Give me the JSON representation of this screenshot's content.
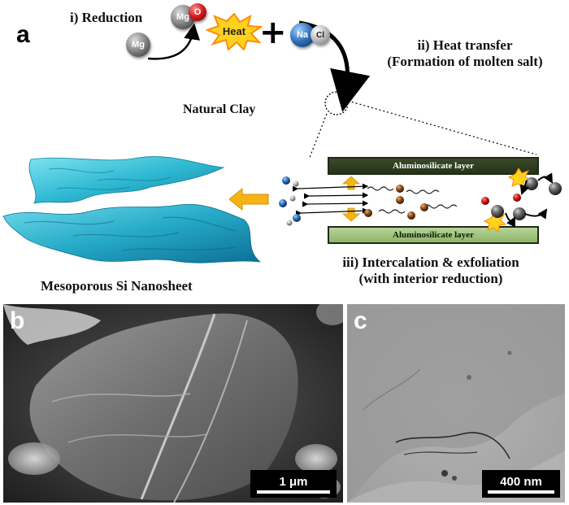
{
  "panels": {
    "a": "a",
    "b": "b",
    "c": "c"
  },
  "scheme": {
    "step_reduction": "i) Reduction",
    "step_heat_transfer_line1": "ii) Heat transfer",
    "step_heat_transfer_line2": "(Formation of molten salt)",
    "natural_clay": "Natural Clay",
    "step_intercalation_line1": "iii) Intercalation & exfoliation",
    "step_intercalation_line2": "(with interior reduction)",
    "product": "Mesoporous Si Nanosheet",
    "heat": "Heat",
    "plus": "+",
    "layer_top": "Aluminosilicate layer",
    "layer_bottom": "Aluminosilicate layer"
  },
  "atoms": {
    "mg": "Mg",
    "mgo_mg": "Mg",
    "mgo_o": "O",
    "na": "Na",
    "cl": "Cl"
  },
  "micrographs": {
    "sem_scale": "1 μm",
    "tem_scale": "400 nm"
  },
  "colors": {
    "sheet": "#35c3d6",
    "arrow": "#f5b414",
    "top_layer": "#2c3a1f",
    "bottom_layer": "#a3c67e",
    "mg": "#6f6f6f",
    "o": "#d11919",
    "na": "#2f6fb8",
    "cl": "#b9b9b9"
  }
}
